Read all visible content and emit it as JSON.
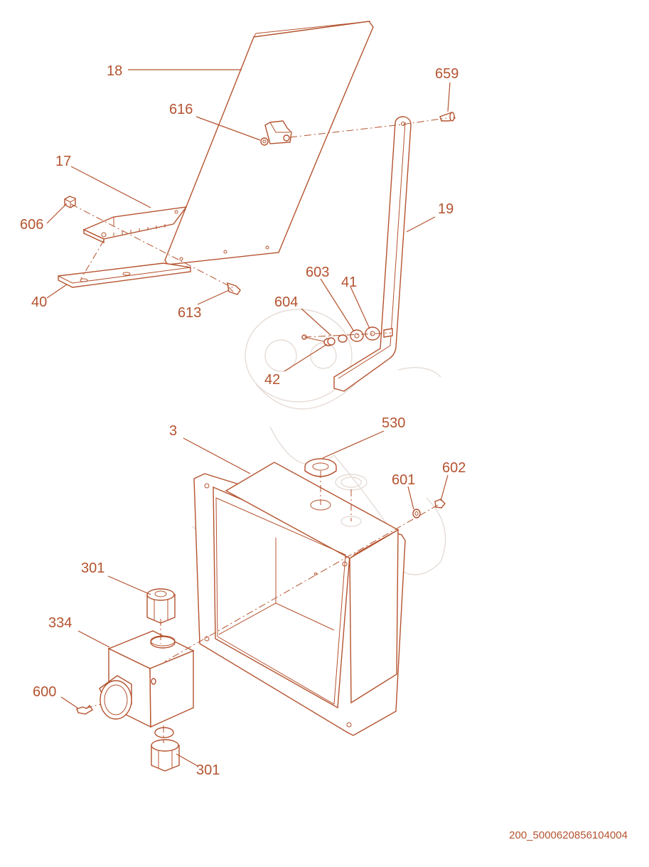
{
  "labels": {
    "p18": "18",
    "p659": "659",
    "p616": "616",
    "p17": "17",
    "p19": "19",
    "p606": "606",
    "p40": "40",
    "p613": "613",
    "p603": "603",
    "p41": "41",
    "p604": "604",
    "p42": "42",
    "p3": "3",
    "p530": "530",
    "p601": "601",
    "p602": "602",
    "p301a": "301",
    "p334": "334",
    "p600": "600",
    "p301b": "301"
  },
  "footer": {
    "code": "200_5000620856104004"
  },
  "colors": {
    "line": "#b4532f",
    "background": "#ffffff",
    "watermark": "#e6dcd6"
  }
}
